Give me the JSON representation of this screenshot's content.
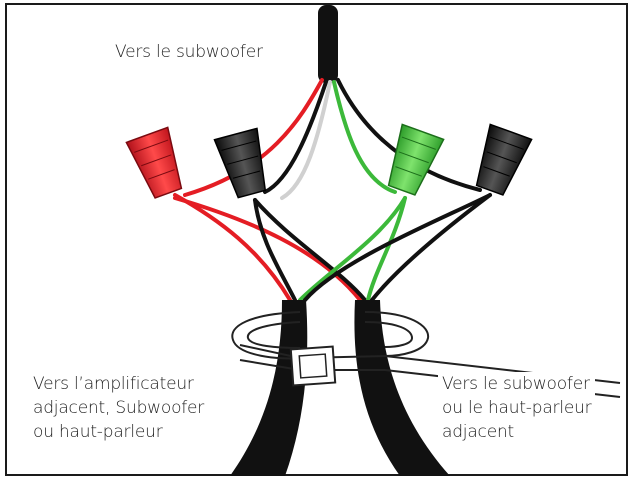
{
  "labels": {
    "top": "Vers le subwoofer",
    "left": [
      "Vers l’amplificateur",
      "adjacent, Subwoofer",
      "ou haut-parleur"
    ],
    "right": [
      "Vers le subwoofer",
      "ou le haut-parleur",
      "adjacent"
    ]
  },
  "colors": {
    "red": "#e41d24",
    "green": "#3cb93a",
    "black": "#111111",
    "white_wire": "#d8d8d8",
    "frame": "#1a1a1a"
  },
  "connectors": [
    {
      "name": "red-wire-nut",
      "color": "red"
    },
    {
      "name": "black-wire-nut-left",
      "color": "black"
    },
    {
      "name": "green-wire-nut",
      "color": "green"
    },
    {
      "name": "black-wire-nut-right",
      "color": "black"
    }
  ]
}
